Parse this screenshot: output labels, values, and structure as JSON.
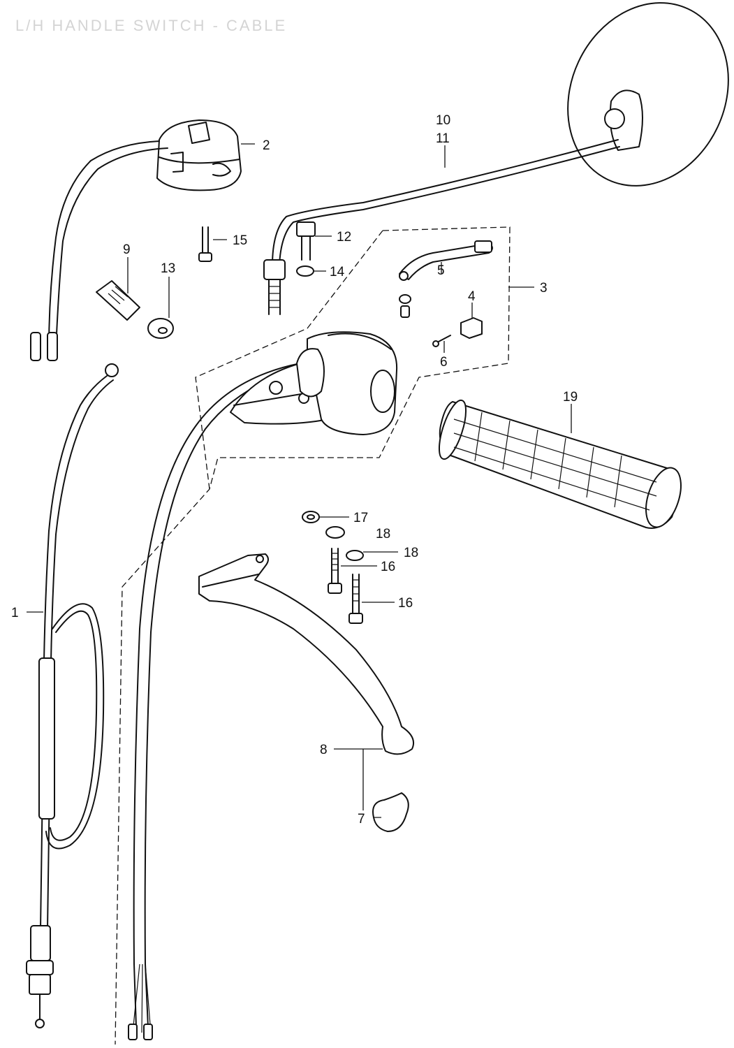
{
  "title": "L/H HANDLE SWITCH - CABLE",
  "callouts": {
    "c1": "1",
    "c2": "2",
    "c3": "3",
    "c4": "4",
    "c5": "5",
    "c6": "6",
    "c7": "7",
    "c8": "8",
    "c9": "9",
    "c10": "10",
    "c11": "11",
    "c12": "12",
    "c13": "13",
    "c14": "14",
    "c15": "15",
    "c16a": "16",
    "c16b": "16",
    "c17": "17",
    "c18a": "18",
    "c18b": "18",
    "c19": "19"
  }
}
